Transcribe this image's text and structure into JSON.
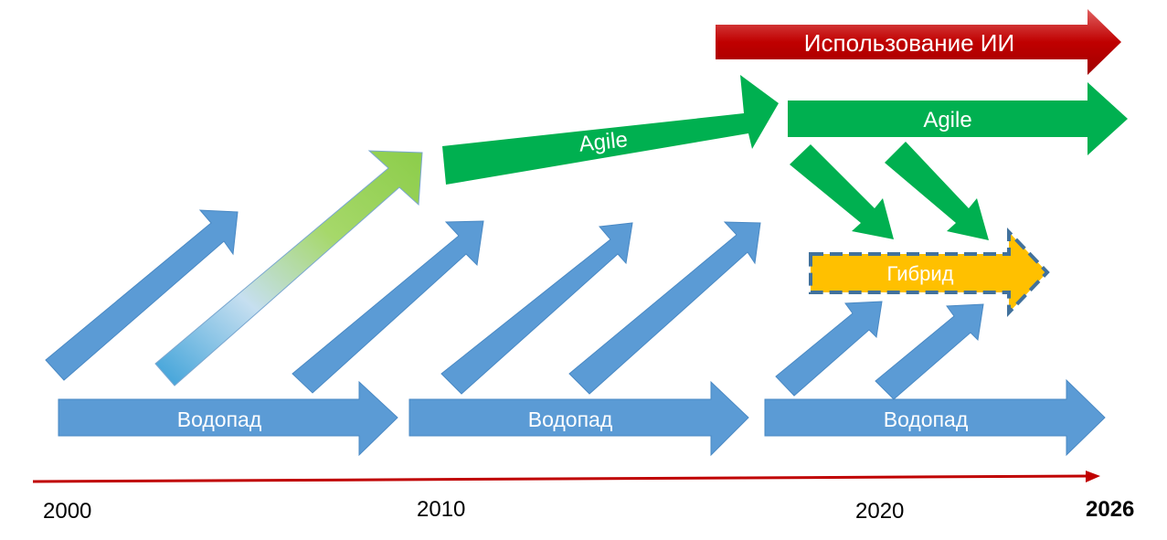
{
  "labels": {
    "ai": "Использование ИИ",
    "agile": "Agile",
    "hybrid": "Гибрид",
    "waterfall": "Водопад"
  },
  "timeline": {
    "years": [
      "2000",
      "2010",
      "2020",
      "2026"
    ]
  },
  "colors": {
    "blue": "#5b9bd5",
    "blue_edge": "#4a89c4",
    "green": "#00b050",
    "gold": "#ffc000",
    "red": "#c00000",
    "dash": "#41719c"
  }
}
